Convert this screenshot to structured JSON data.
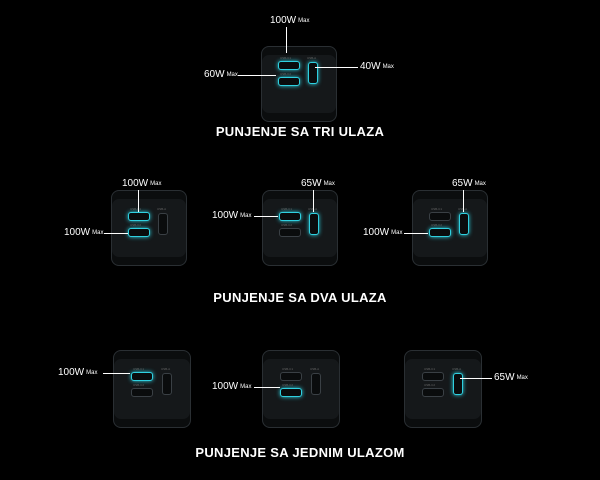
{
  "sections": [
    {
      "heading": "PUNJENJE SA TRI ULAZA"
    },
    {
      "heading": "PUNJENJE SA DVA ULAZA"
    },
    {
      "heading": "PUNJENJE SA JEDNIM ULAZOM"
    }
  ],
  "port_tags": {
    "c1": "USB-C1",
    "c2": "USB-C2",
    "a": "USB-A"
  },
  "labels": {
    "three_c1": {
      "watts": "100W",
      "max": "Max"
    },
    "three_c2": {
      "watts": "60W",
      "max": "Max"
    },
    "three_a": {
      "watts": "40W",
      "max": "Max"
    },
    "two1_top": {
      "watts": "100W",
      "max": "Max"
    },
    "two1_left": {
      "watts": "100W",
      "max": "Max"
    },
    "two2_top": {
      "watts": "65W",
      "max": "Max"
    },
    "two2_left": {
      "watts": "100W",
      "max": "Max"
    },
    "two3_top": {
      "watts": "65W",
      "max": "Max"
    },
    "two3_left": {
      "watts": "100W",
      "max": "Max"
    },
    "one1": {
      "watts": "100W",
      "max": "Max"
    },
    "one2": {
      "watts": "100W",
      "max": "Max"
    },
    "one3": {
      "watts": "65W",
      "max": "Max"
    }
  },
  "colors": {
    "active_port": "#2fd0e0",
    "background": "#000000"
  }
}
